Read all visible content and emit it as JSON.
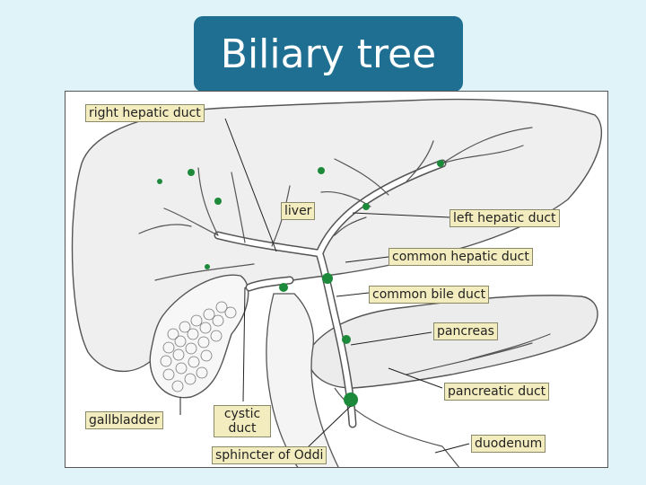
{
  "title": "Biliary tree",
  "colors": {
    "title_bg": "#1f6f92",
    "page_bg": "#dff3f8",
    "organ_fill": "#efefef",
    "duct_fill": "#ffffff",
    "node": "#1c8a3a",
    "label_bg": "#f3ecbe"
  },
  "labels": {
    "right_hepatic_duct": "right hepatic duct",
    "liver": "liver",
    "left_hepatic_duct": "left hepatic duct",
    "common_hepatic_duct": "common hepatic duct",
    "common_bile_duct": "common bile duct",
    "pancreas": "pancreas",
    "pancreatic_duct": "pancreatic duct",
    "gallbladder": "gallbladder",
    "cystic_duct": "cystic duct",
    "sphincter_of_oddi": "sphincter of Oddi",
    "duodenum": "duodenum"
  }
}
